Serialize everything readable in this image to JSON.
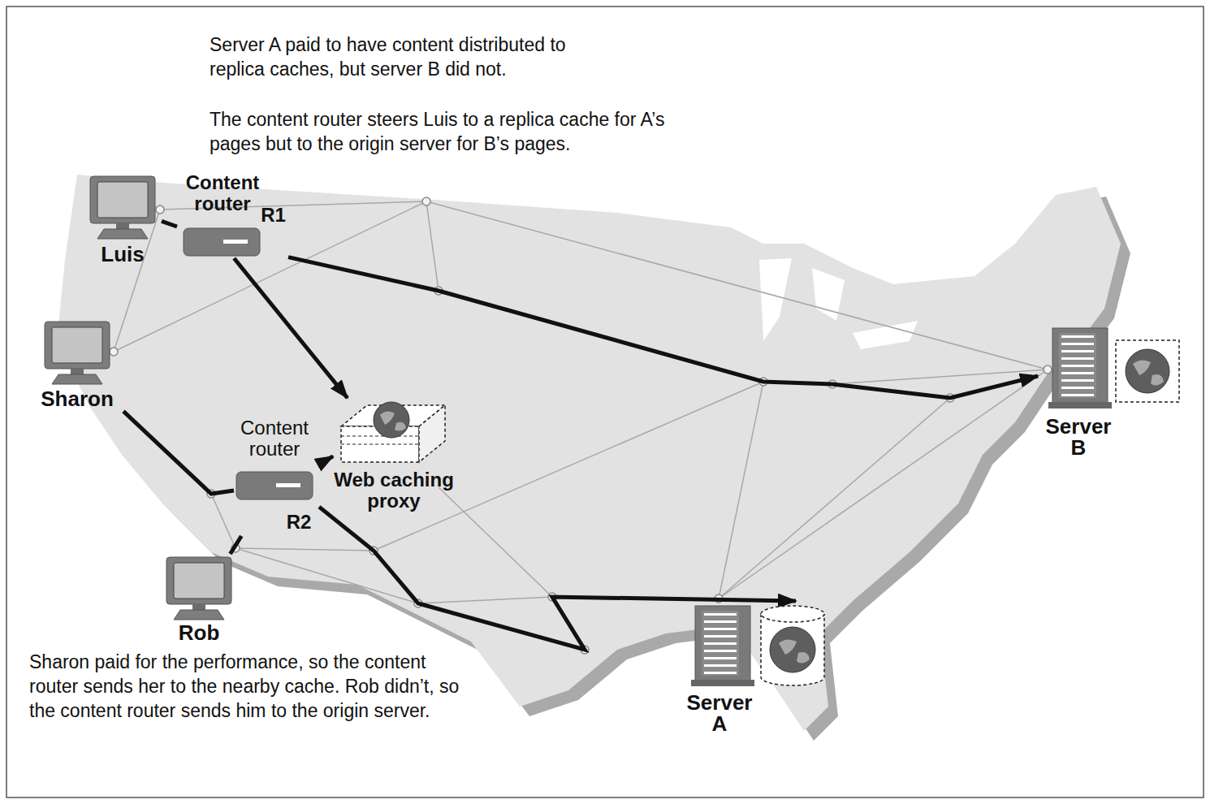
{
  "diagram": {
    "nodes": [
      {
        "text": [
          "Luis"
        ]
      },
      {
        "text": [
          "Content router",
          "R1"
        ]
      },
      {
        "text": [
          "Sharon"
        ]
      },
      {
        "text": [
          "Content router",
          "R2"
        ]
      },
      {
        "text": [
          "Web caching proxy"
        ]
      },
      {
        "text": [
          "Server B"
        ]
      },
      {
        "text": [
          "Rob"
        ]
      },
      {
        "text": [
          "Server A"
        ]
      }
    ],
    "edges": [
      {
        "from": 0,
        "to": 1,
        "arrow": "none"
      },
      {
        "from": 1,
        "to": 4,
        "arrow": "to"
      },
      {
        "from": 1,
        "to": 5,
        "arrow": "to"
      },
      {
        "from": 2,
        "to": 3,
        "arrow": "none"
      },
      {
        "from": 6,
        "to": 3,
        "arrow": "none"
      },
      {
        "from": 3,
        "to": 4,
        "arrow": "to"
      },
      {
        "from": 3,
        "to": 7,
        "arrow": "to"
      }
    ],
    "labels": [
      "Server A paid to have content distributed to replica caches, but server B did not.",
      "The content router steers Luis to a replica cache for A’s pages but to the origin server for B’s pages.",
      "Sharon paid for the performance, so the content router sends her to the nearby cache. Rob didn’t, so the content router sends him to the origin server."
    ]
  }
}
